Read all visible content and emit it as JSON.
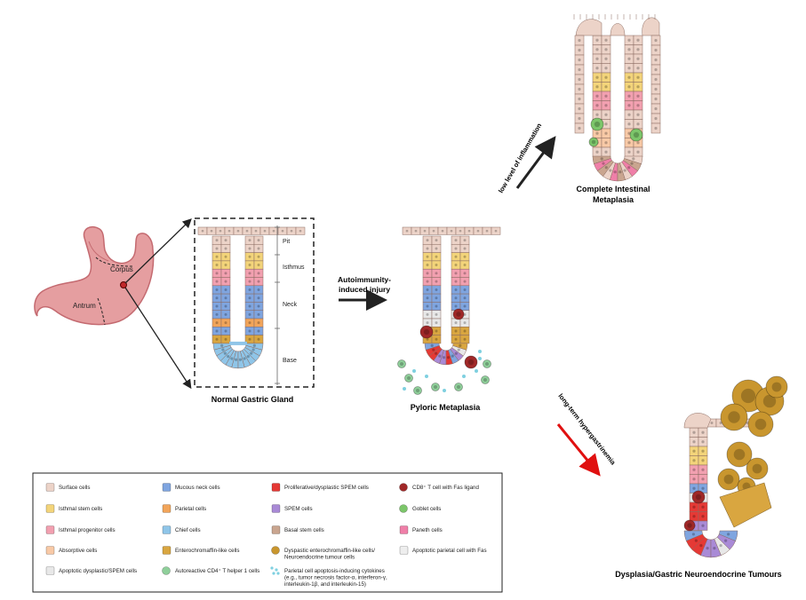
{
  "stomach": {
    "corpus_label": "Corpus",
    "antrum_label": "Antrum"
  },
  "normal_gland": {
    "title": "Normal Gastric Gland",
    "zones": [
      "Pit",
      "Isthmus",
      "Neck",
      "Base"
    ]
  },
  "pyloric": {
    "title": "Pyloric Metaplasia",
    "arrow_label_line1": "Autoimmunity-",
    "arrow_label_line2": "induced injury"
  },
  "intestinal": {
    "title_line1": "Complete Intestinal",
    "title_line2": "Metaplasia",
    "arrow_label": "low level of inflammation"
  },
  "dysplasia": {
    "title": "Dysplasia/Gastric Neuroendocrine Tumours",
    "arrow_label": "long-term hypergastrinemia"
  },
  "legend": {
    "col1": [
      {
        "label": "Surface cells",
        "color": "#ecd3c8",
        "icon": "surface-cell-icon"
      },
      {
        "label": "Isthmal stem cells",
        "color": "#f3d47a",
        "icon": "isthmal-stem-cell-icon"
      },
      {
        "label": "Isthmal progenitor cells",
        "color": "#f2a0b0",
        "icon": "isthmal-progenitor-cell-icon"
      },
      {
        "label": "Absorptive cells",
        "color": "#f8c9a6",
        "icon": "absorptive-cell-icon"
      },
      {
        "label": "Apoptotic dysplastic/SPEM cells",
        "color": "#e8e8e8",
        "icon": "apoptotic-dysplastic-cell-icon"
      }
    ],
    "col2": [
      {
        "label": "Mucous neck cells",
        "color": "#7fa5e0",
        "icon": "mucous-neck-cell-icon"
      },
      {
        "label": "Parietal cells",
        "color": "#f2a55a",
        "icon": "parietal-cell-icon"
      },
      {
        "label": "Chief cells",
        "color": "#8fc5e8",
        "icon": "chief-cell-icon"
      },
      {
        "label": "Enterochromaffin-like cells",
        "color": "#d9a640",
        "icon": "enterochromaffin-cell-icon"
      },
      {
        "label": "Autoreactive CD4⁺ T helper 1 cells",
        "color": "#8fcf9a",
        "icon": "cd4-t-cell-icon"
      }
    ],
    "col3": [
      {
        "label": "Proliferative/dysplastic SPEM cells",
        "color": "#e53935",
        "icon": "spem-proliferative-cell-icon"
      },
      {
        "label": "SPEM cells",
        "color": "#a98ad6",
        "icon": "spem-cell-icon"
      },
      {
        "label": "Basal stem cells",
        "color": "#c9a58f",
        "icon": "basal-stem-cell-icon"
      },
      {
        "label": "Dyspastic enterochromaffin-like cells/",
        "label2": "Neuroendocrine tumour cells",
        "color": "#c9962e",
        "icon": "dysplastic-ecl-cell-icon"
      },
      {
        "label": "Parietal cell apoptosis-inducing cytokines",
        "label2": "(e.g., tumor necrosis factor-α, interferon-γ,",
        "label3": "interleukin-1β, and interleukin-15)",
        "color": "#7fd0e0",
        "icon": "cytokines-icon"
      }
    ],
    "col4": [
      {
        "label": "CD8⁺ T cell with Fas ligand",
        "color": "#a02828",
        "icon": "cd8-t-cell-icon"
      },
      {
        "label": "Goblet cells",
        "color": "#7cc66a",
        "icon": "goblet-cell-icon"
      },
      {
        "label": "Paneth cells",
        "color": "#ef7fa8",
        "icon": "paneth-cell-icon"
      },
      {
        "label": "Apoptotic parietal cell with Fas",
        "color": "#eeeeee",
        "icon": "apoptotic-parietal-cell-icon"
      }
    ]
  }
}
